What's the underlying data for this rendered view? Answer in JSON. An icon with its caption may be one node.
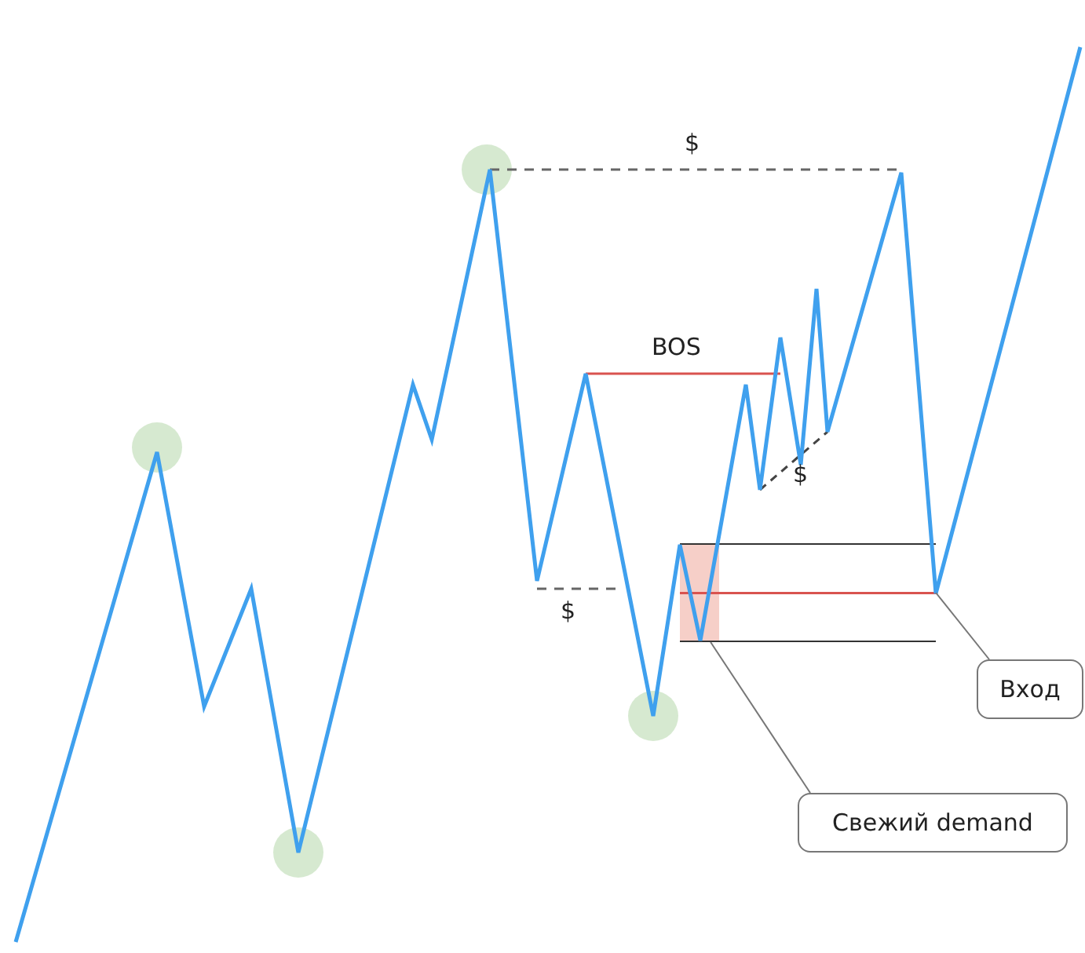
{
  "diagram": {
    "nodes": [
      {
        "text": [],
        "shape": "box"
      },
      {
        "text": [
          "Вход"
        ]
      },
      {
        "text": [
          "Свежий demand"
        ]
      }
    ],
    "edges": [
      {
        "from": 1,
        "to": 0,
        "arrow": "none"
      },
      {
        "from": 2,
        "to": 0,
        "arrow": "none"
      }
    ],
    "labels": [
      "$",
      "BOS",
      "$",
      "$"
    ]
  }
}
